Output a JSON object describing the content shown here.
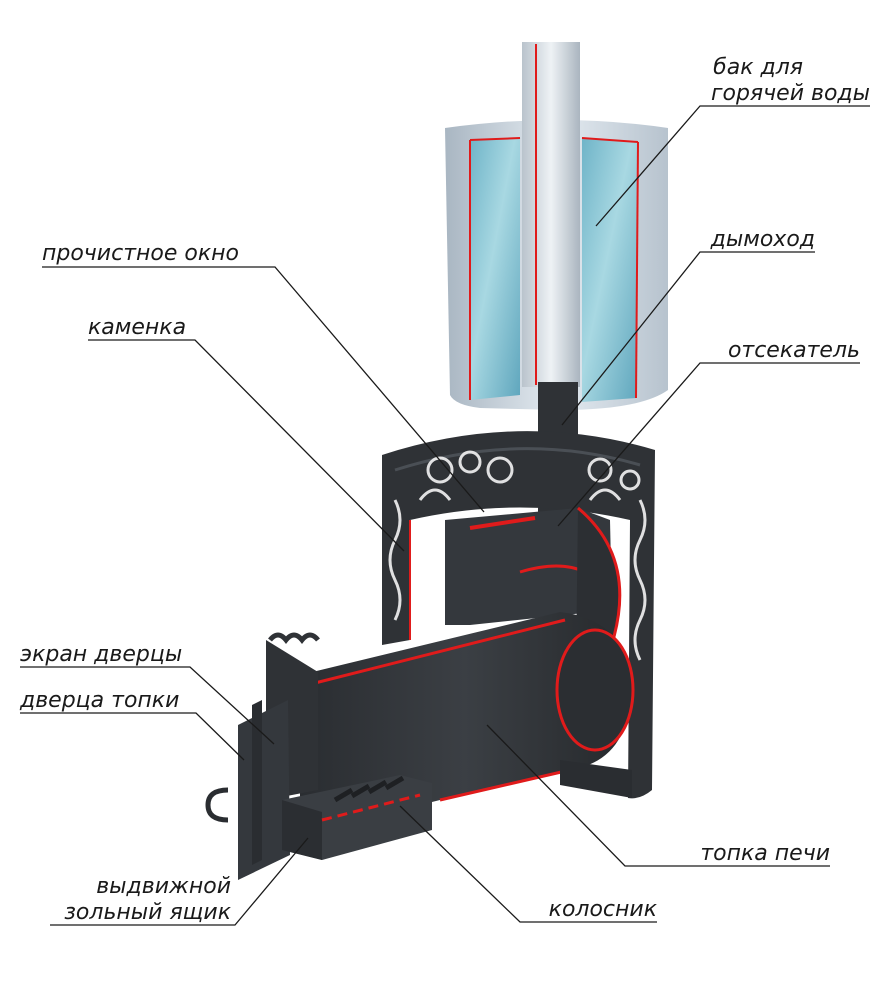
{
  "labels": {
    "bak_line1": "бак для",
    "bak_line2": "горячей воды",
    "dymokhod": "дымоход",
    "otsekatel": "отсекатель",
    "prochistnoe": "прочистное окно",
    "kamenka": "каменка",
    "ekran": "экран дверцы",
    "dvertsa": "дверца топки",
    "vydvizhnoy_line1": "выдвижной",
    "vydvizhnoy_line2": "зольный ящик",
    "topka": "топка печи",
    "kolosnik": "колосник"
  },
  "colors": {
    "steel": "#2f3236",
    "steel_light": "#3d4146",
    "cut_edge": "#e01b1b",
    "water": "#8fc7d6",
    "tank_metal": "#c9d3dc"
  }
}
